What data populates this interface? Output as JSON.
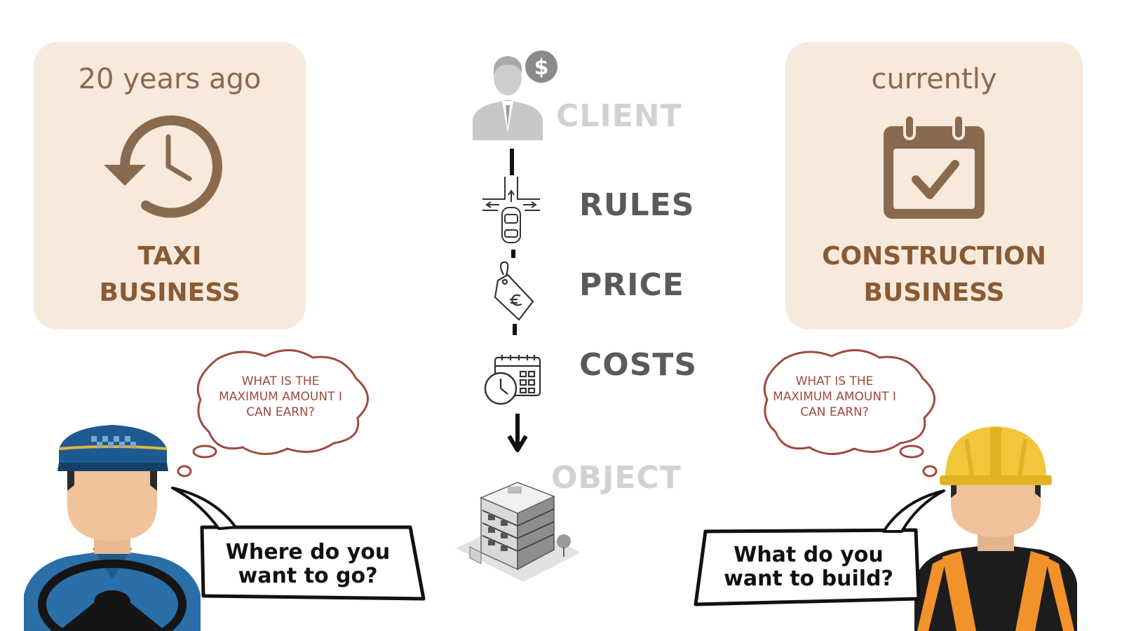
{
  "left_card": {
    "title": "20 years ago",
    "label_line1": "TAXI",
    "label_line2": "BUSINESS",
    "icon": "history-clock-icon"
  },
  "right_card": {
    "title": "currently",
    "label_line1": "CONSTRUCTION",
    "label_line2": "BUSINESS",
    "icon": "calendar-check-icon"
  },
  "flow": {
    "steps": [
      {
        "label": "CLIENT",
        "icon": "client-person-dollar-icon"
      },
      {
        "label": "RULES",
        "icon": "road-intersection-car-icon"
      },
      {
        "label": "PRICE",
        "icon": "price-tag-euro-icon"
      },
      {
        "label": "COSTS",
        "icon": "calendar-clock-icon"
      },
      {
        "label": "OBJECT",
        "icon": "building-icon"
      }
    ]
  },
  "left_person": {
    "thought": "WHAT IS THE MAXIMUM AMOUNT I CAN EARN?",
    "speech_line1": "Where do you",
    "speech_line2": "want to go?",
    "icon": "taxi-driver-icon"
  },
  "right_person": {
    "thought": "WHAT IS THE MAXIMUM AMOUNT I CAN EARN?",
    "speech_line1": "What do you",
    "speech_line2": "want to build?",
    "icon": "construction-worker-icon"
  },
  "colors": {
    "card_bg": "#f7e9dc",
    "brown": "#8a6a4e",
    "label_brown": "#8a5a33",
    "thought_red": "#9e4a3e",
    "step_gray": "#5a5a5a",
    "faded_gray": "#d2d2d2"
  }
}
